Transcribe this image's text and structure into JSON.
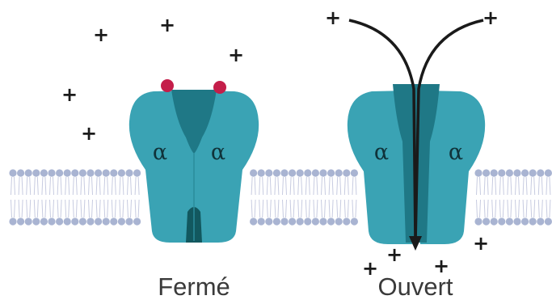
{
  "channels": [
    {
      "state_label": "Fermé",
      "subunit_left": "α",
      "subunit_right": "α"
    },
    {
      "state_label": "Ouvert",
      "subunit_left": "α",
      "subunit_right": "α"
    }
  ],
  "ion_symbol": "+",
  "colors": {
    "protein": "#3aa3b4",
    "protein_dark": "#1f7886",
    "protein_deep": "#12585f",
    "membrane_head": "#a9b4d2",
    "membrane_tail": "#c7cbe0",
    "gate_ball": "#c41e4a",
    "arrow": "#1a1a1a"
  }
}
